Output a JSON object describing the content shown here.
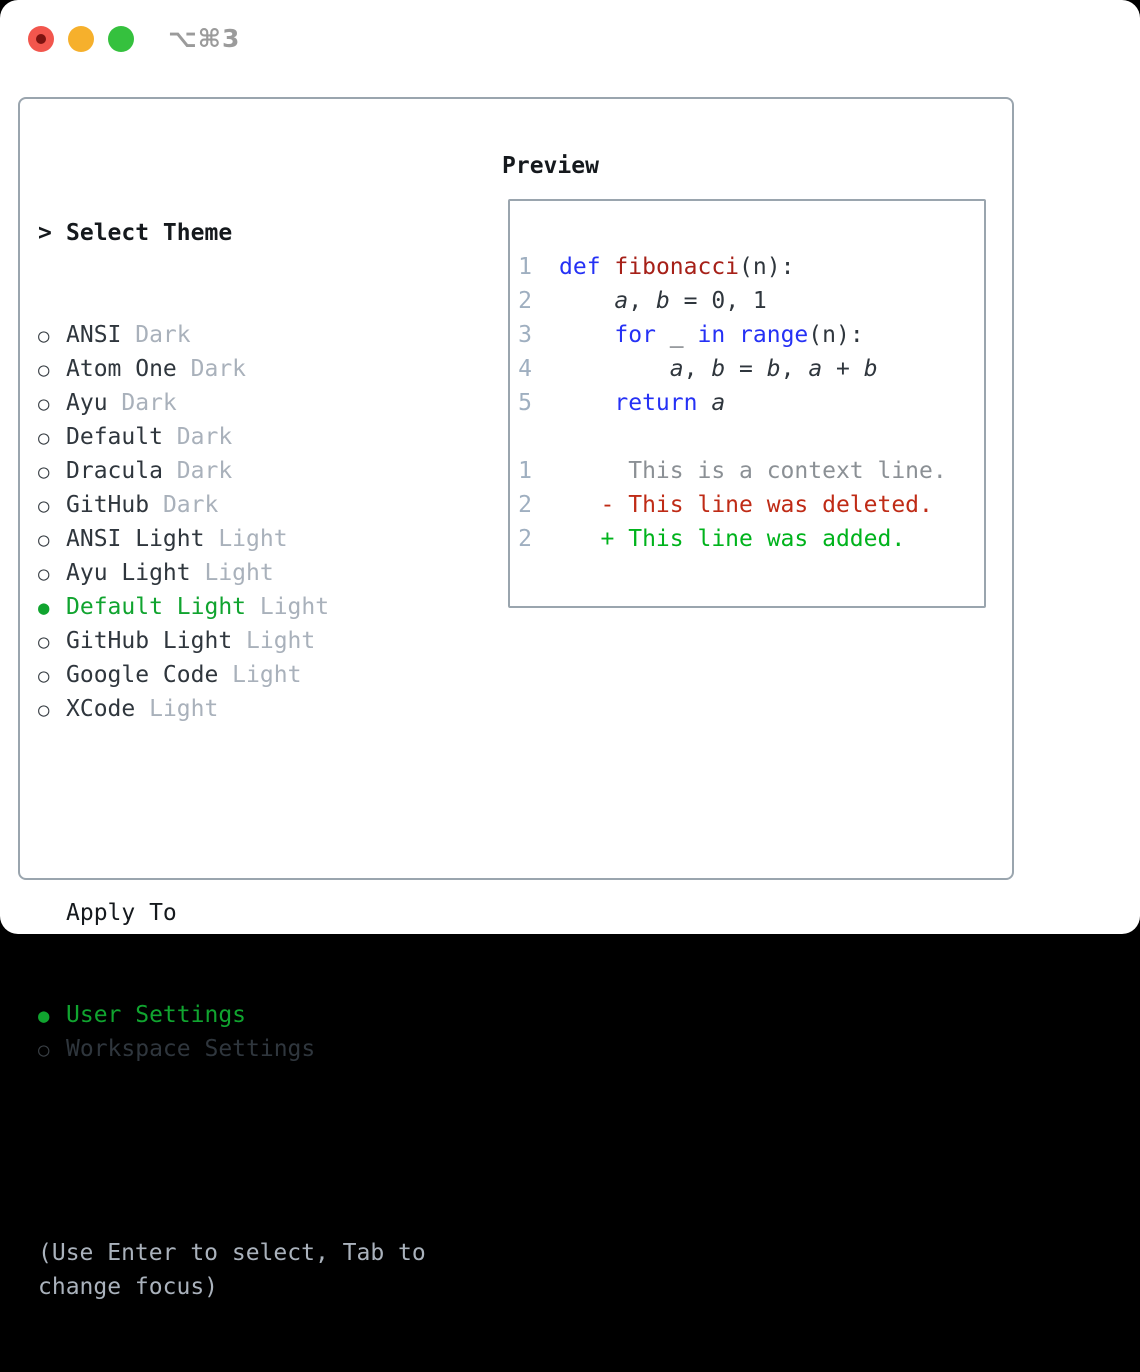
{
  "window": {
    "title": "⌥⌘3"
  },
  "colors": {
    "ink": "#2f363d",
    "head": "#15191d",
    "tag": "#a9b1bb",
    "sel": "#10a42f",
    "kw": "#2531f5",
    "fn": "#a62018",
    "num": "#9fafc0",
    "ctx": "#8b9095",
    "del": "#bf2b16",
    "add": "#00b31c",
    "border": "#9aa5ae",
    "help": "#aab2bc",
    "traffic_red": "#f2564d",
    "traffic_red_dot": "#7d1310",
    "traffic_yellow": "#f6b02c",
    "traffic_green": "#35c13e"
  },
  "glyphs": {
    "cursor": ">",
    "radio_off": "○",
    "radio_on": "●"
  },
  "theme_list": {
    "header": "Select Theme",
    "items": [
      {
        "name": "ANSI",
        "tag": "Dark",
        "selected": false
      },
      {
        "name": "Atom One",
        "tag": "Dark",
        "selected": false
      },
      {
        "name": "Ayu",
        "tag": "Dark",
        "selected": false
      },
      {
        "name": "Default",
        "tag": "Dark",
        "selected": false
      },
      {
        "name": "Dracula",
        "tag": "Dark",
        "selected": false
      },
      {
        "name": "GitHub",
        "tag": "Dark",
        "selected": false
      },
      {
        "name": "ANSI Light",
        "tag": "Light",
        "selected": false
      },
      {
        "name": "Ayu Light",
        "tag": "Light",
        "selected": false
      },
      {
        "name": "Default Light",
        "tag": "Light",
        "selected": true
      },
      {
        "name": "GitHub Light",
        "tag": "Light",
        "selected": false
      },
      {
        "name": "Google Code",
        "tag": "Light",
        "selected": false
      },
      {
        "name": "XCode",
        "tag": "Light",
        "selected": false
      }
    ]
  },
  "apply_to": {
    "header": "Apply To",
    "items": [
      {
        "name": "User Settings",
        "selected": true
      },
      {
        "name": "Workspace Settings",
        "selected": false
      }
    ]
  },
  "help_lines": [
    "(Use Enter to select, Tab to",
    "change focus)"
  ],
  "preview": {
    "header": "Preview",
    "code_lines": [
      {
        "num": "1",
        "segments": [
          {
            "t": "def",
            "c": "kw"
          },
          {
            "t": " ",
            "c": "plain"
          },
          {
            "t": "fibonacci",
            "c": "fn"
          },
          {
            "t": "(n):",
            "c": "plain"
          }
        ]
      },
      {
        "num": "2",
        "segments": [
          {
            "t": "    ",
            "c": "plain"
          },
          {
            "t": "a",
            "c": "param"
          },
          {
            "t": ", ",
            "c": "plain"
          },
          {
            "t": "b",
            "c": "param"
          },
          {
            "t": " = 0, 1",
            "c": "plain"
          }
        ]
      },
      {
        "num": "3",
        "segments": [
          {
            "t": "    ",
            "c": "plain"
          },
          {
            "t": "for",
            "c": "kw"
          },
          {
            "t": " _ ",
            "c": "plain"
          },
          {
            "t": "in",
            "c": "kw"
          },
          {
            "t": " ",
            "c": "plain"
          },
          {
            "t": "range",
            "c": "kw"
          },
          {
            "t": "(n):",
            "c": "plain"
          }
        ]
      },
      {
        "num": "4",
        "segments": [
          {
            "t": "        ",
            "c": "plain"
          },
          {
            "t": "a",
            "c": "param"
          },
          {
            "t": ", ",
            "c": "plain"
          },
          {
            "t": "b",
            "c": "param"
          },
          {
            "t": " = ",
            "c": "plain"
          },
          {
            "t": "b",
            "c": "param"
          },
          {
            "t": ", ",
            "c": "plain"
          },
          {
            "t": "a",
            "c": "param"
          },
          {
            "t": " + ",
            "c": "plain"
          },
          {
            "t": "b",
            "c": "param"
          }
        ]
      },
      {
        "num": "5",
        "segments": [
          {
            "t": "    ",
            "c": "plain"
          },
          {
            "t": "return",
            "c": "kw"
          },
          {
            "t": " ",
            "c": "plain"
          },
          {
            "t": "a",
            "c": "param"
          }
        ]
      },
      {
        "num": "",
        "segments": []
      },
      {
        "num": "1",
        "segments": [
          {
            "t": "     This is a context line.",
            "c": "ctx"
          }
        ]
      },
      {
        "num": "2",
        "segments": [
          {
            "t": "   - This line was deleted.",
            "c": "del"
          }
        ]
      },
      {
        "num": "2",
        "segments": [
          {
            "t": "   + This line was added.",
            "c": "add"
          }
        ]
      }
    ]
  }
}
